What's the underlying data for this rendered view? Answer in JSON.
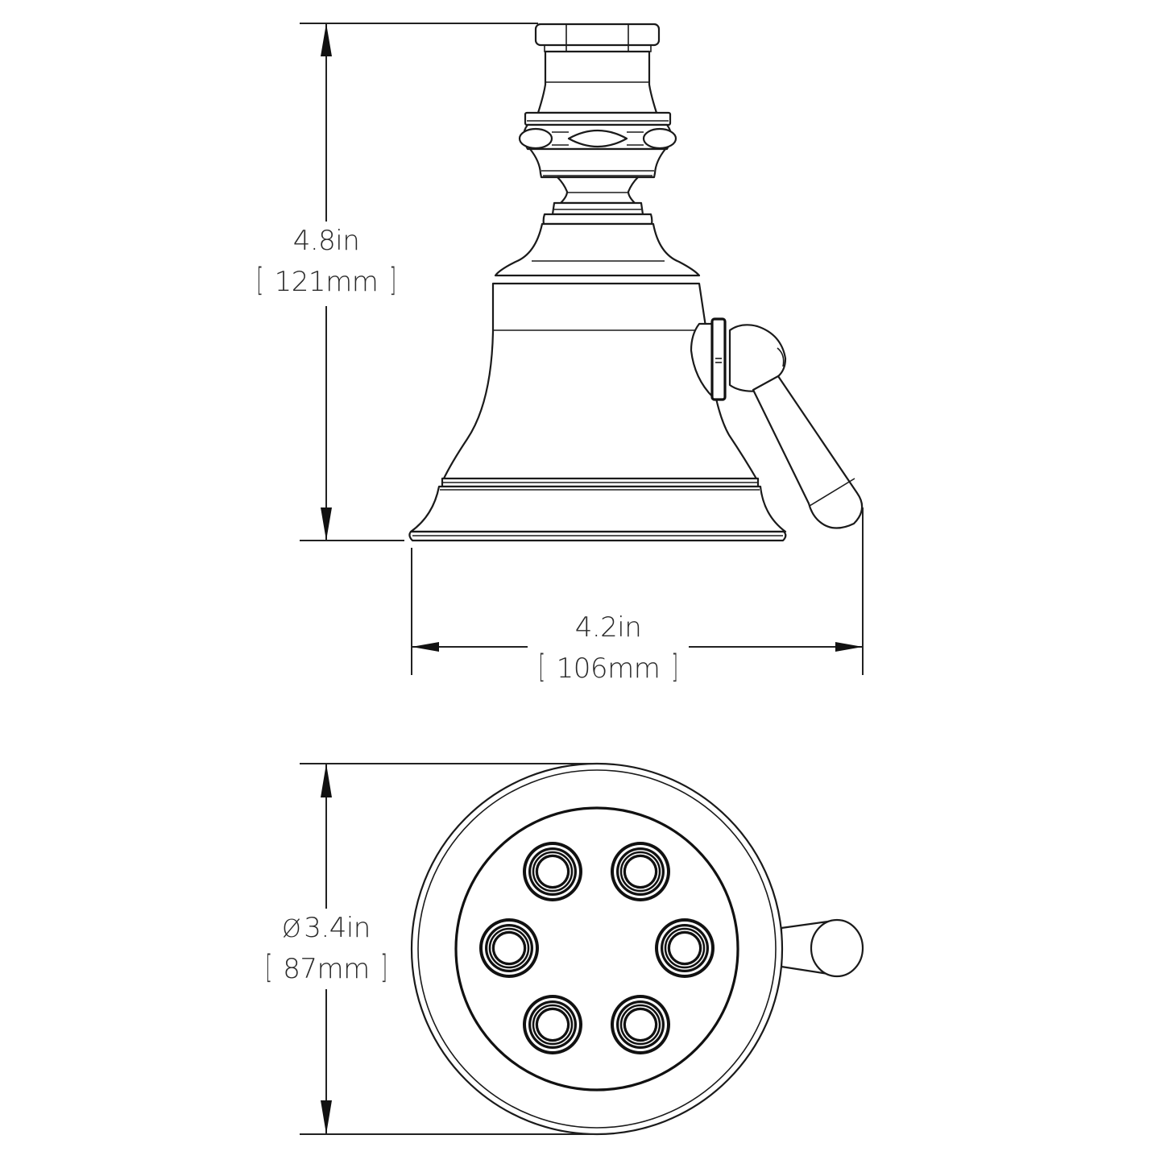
{
  "drawing": {
    "subject": "shower head dimension drawing",
    "views": [
      "side-elevation",
      "plan-view"
    ],
    "line_color": "#1a1a1a",
    "background": "#ffffff"
  },
  "dimensions": {
    "height": {
      "imperial": "4.8in",
      "metric": "121mm",
      "bracket_open": "[",
      "bracket_close": "]"
    },
    "width": {
      "imperial": "4.2in",
      "metric": "106mm",
      "bracket_open": "[",
      "bracket_close": "]"
    },
    "diameter": {
      "symbol": "Ø",
      "imperial": "3.4in",
      "metric": "87mm",
      "bracket_open": "[",
      "bracket_close": "]"
    }
  },
  "plan_view": {
    "spray_nozzle_count": 6
  }
}
